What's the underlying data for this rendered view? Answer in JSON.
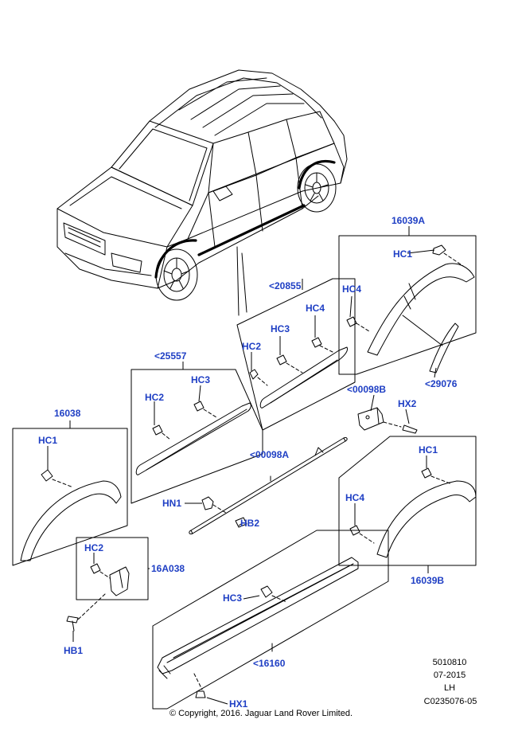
{
  "callouts": {
    "c16039A": "16039A",
    "c20855": "<20855",
    "c25557": "<25557",
    "c16038": "16038",
    "c00098B": "<00098B",
    "c29076": "<29076",
    "c00098A": "<00098A",
    "c16A038": "16A038",
    "c16039B": "16039B",
    "c16160": "<16160",
    "hc1_a": "HC1",
    "hc4_a": "HC4",
    "hc4_b": "HC4",
    "hc3_b": "HC3",
    "hc2_b": "HC2",
    "hc3_c": "HC3",
    "hc2_c": "HC2",
    "hc1_d": "HC1",
    "hx2": "HX2",
    "hn1": "HN1",
    "hb2": "HB2",
    "hc1_e": "HC1",
    "hc4_e": "HC4",
    "hc2_f": "HC2",
    "hb1": "HB1",
    "hc3_g": "HC3",
    "hx1": "HX1"
  },
  "footer": {
    "ref_number": "5010810",
    "date": "07-2015",
    "side": "LH",
    "illustration_code": "C0235076-05",
    "copyright": "© Copyright, 2016. Jaguar Land Rover Limited."
  },
  "colors": {
    "label": "#1f3fc4",
    "line": "#000000"
  }
}
